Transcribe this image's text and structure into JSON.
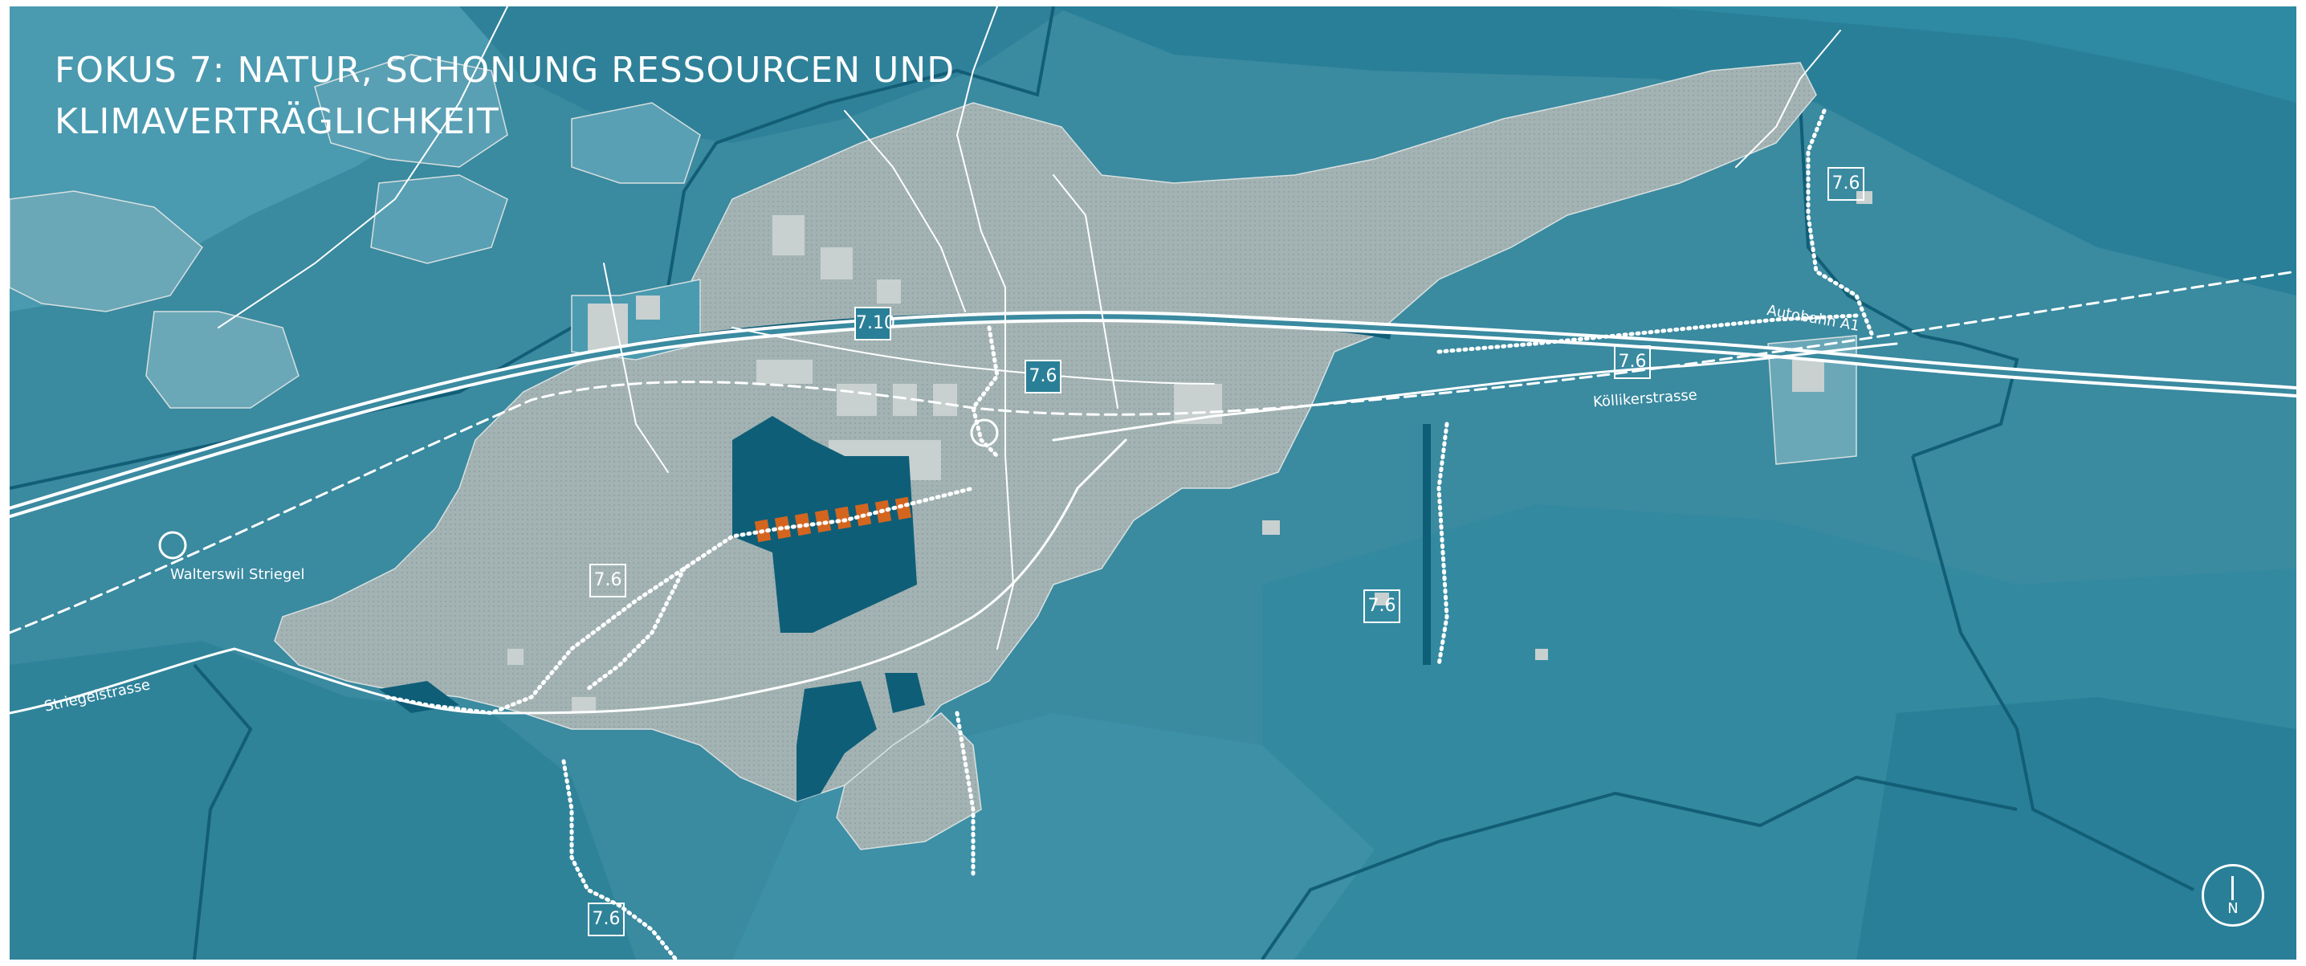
{
  "title": {
    "line1": "FOKUS 7: NATUR, SCHONUNG RESSOURCEN UND",
    "line2": "KLIMAVERTRÄGLICHKEIT"
  },
  "colors": {
    "background_water_green": "#3a8aa0",
    "terrain_dark": "#2a7f98",
    "terrain_light": "#4a9ab0",
    "settlement": "#a3b3b3",
    "building": "#c8d0d0",
    "green_area_dark": "#0e5e78",
    "orange_crossing": "#d4651f",
    "roads": "#ffffff",
    "boundary": "#125e76"
  },
  "places": [
    {
      "id": "walterswil",
      "name": "Walterswil Striegel"
    }
  ],
  "roads": [
    {
      "id": "autobahn",
      "name": "Autobahn A1"
    },
    {
      "id": "koelliker",
      "name": "Köllikerstrasse"
    },
    {
      "id": "striegel",
      "name": "Striegelstrasse"
    }
  ],
  "measure_labels": [
    {
      "id": "m710",
      "text": "7.10",
      "filled": true
    },
    {
      "id": "m76_center",
      "text": "7.6",
      "filled": true
    },
    {
      "id": "m76_east_top",
      "text": "7.6",
      "filled": false
    },
    {
      "id": "m76_east_road",
      "text": "7.6",
      "filled": false
    },
    {
      "id": "m76_west",
      "text": "7.6",
      "filled": false
    },
    {
      "id": "m76_south_east",
      "text": "7.6",
      "filled": false
    },
    {
      "id": "m76_south",
      "text": "7.6",
      "filled": false
    }
  ],
  "north": {
    "label": "N",
    "icon": "north-arrow-icon"
  }
}
